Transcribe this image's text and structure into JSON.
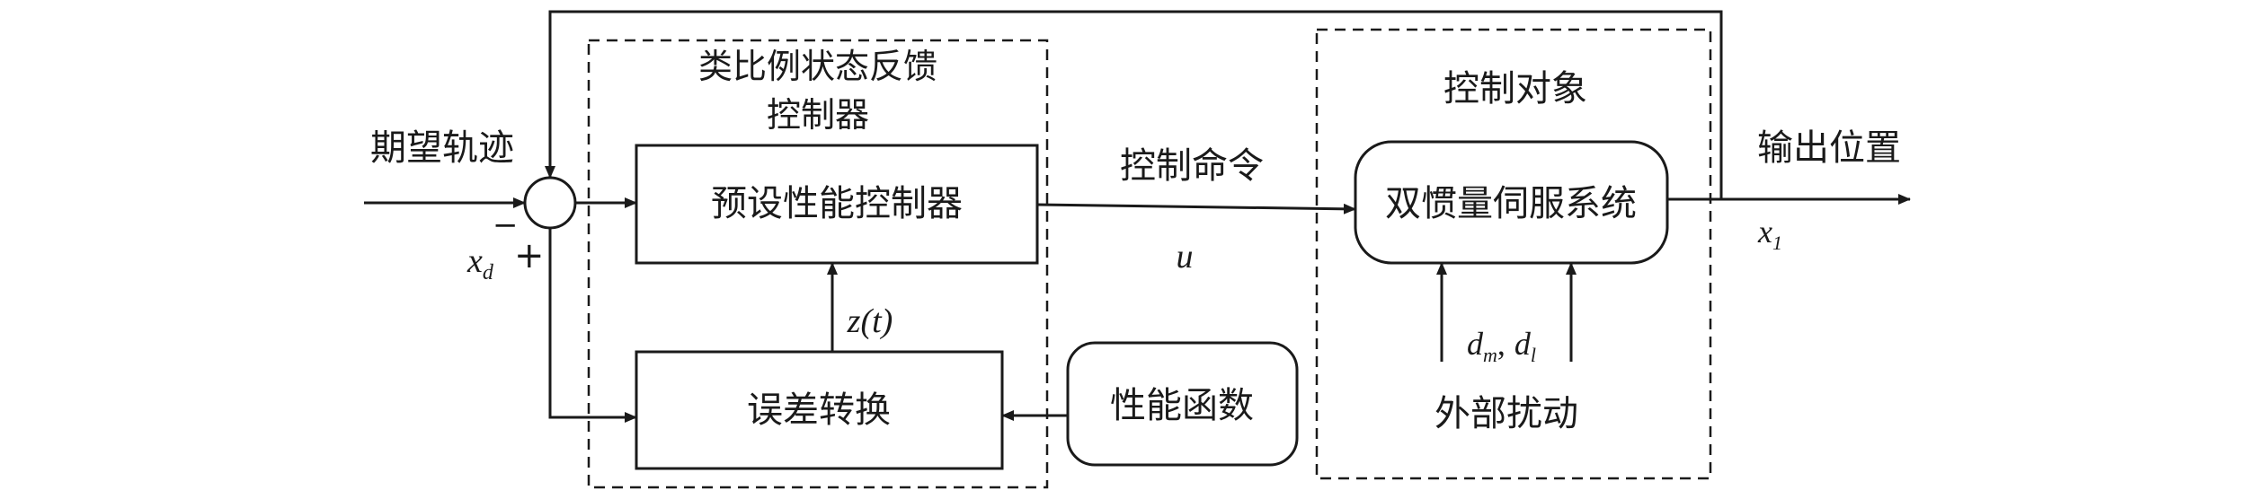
{
  "labels": {
    "desired_trajectory": "期望轨迹",
    "controller_group_line1": "类比例状态反馈",
    "controller_group_line2": "控制器",
    "ppc_block": "预设性能控制器",
    "error_block": "误差转换",
    "perf_func_block": "性能函数",
    "control_cmd": "控制命令",
    "plant_group": "控制对象",
    "plant_block": "双惯量伺服系统",
    "disturbance": "外部扰动",
    "output_position": "输出位置"
  },
  "math": {
    "xd_base": "x",
    "xd_sub": "d",
    "minus": "−",
    "plus": "+",
    "z_of_t": "z(t)",
    "u": "u",
    "x1_base": "x",
    "x1_sub": "1",
    "dm_base": "d",
    "dm_sub": "m",
    "comma": ",",
    "dl_base": "d",
    "dl_sub": "l"
  },
  "colors": {
    "line": "#1a1a1a",
    "background": "#ffffff"
  }
}
